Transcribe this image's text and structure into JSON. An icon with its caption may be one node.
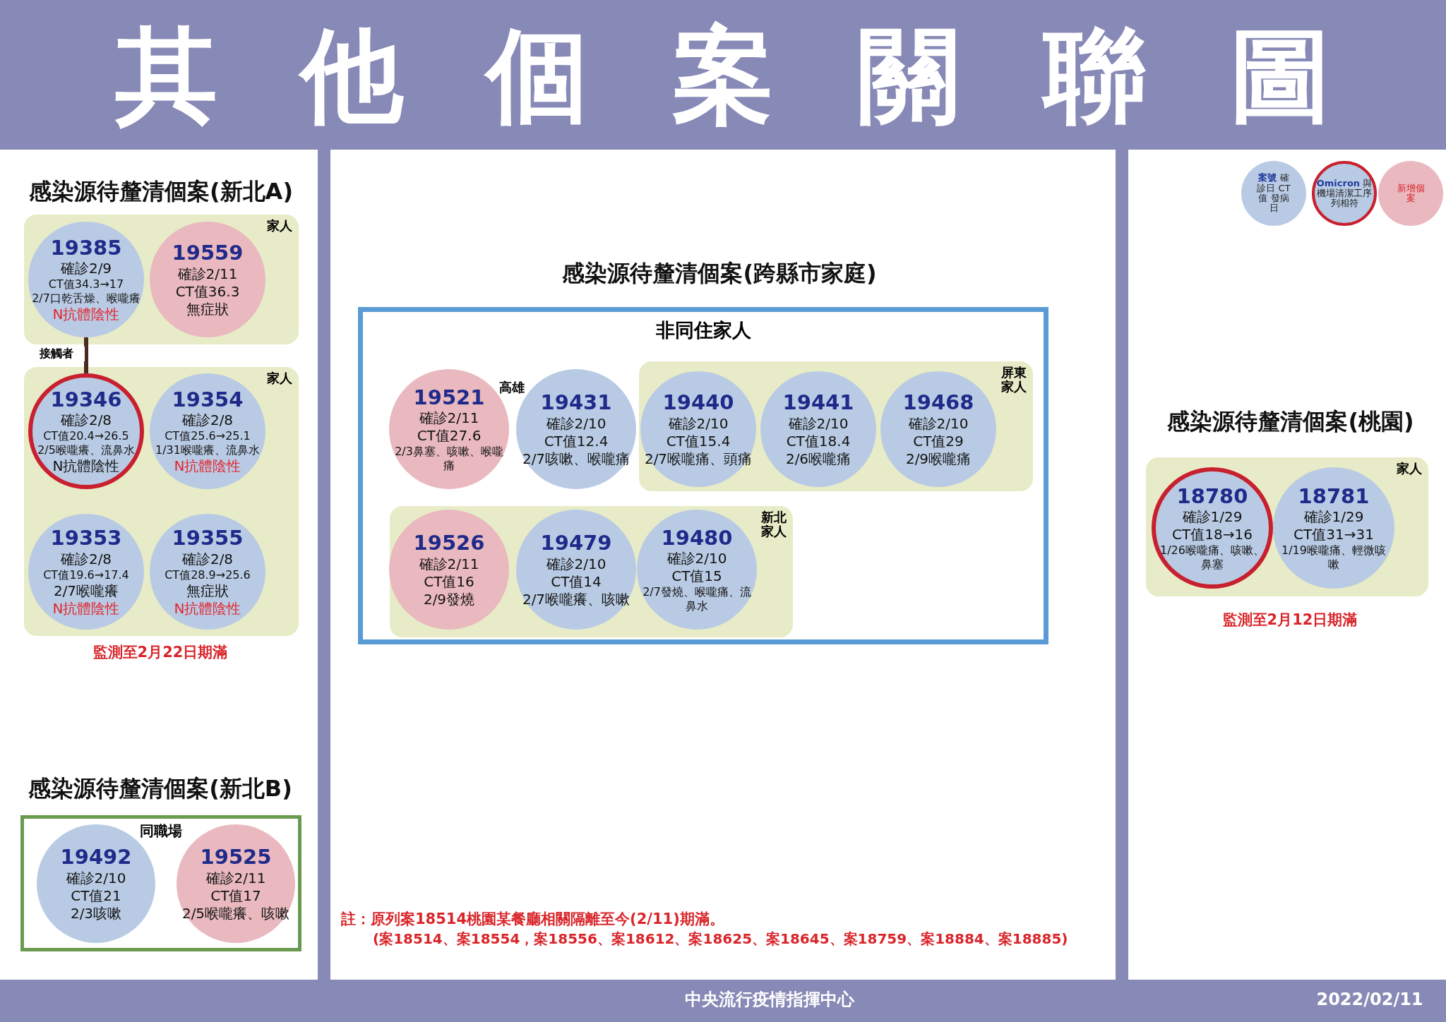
{
  "diagram": {
    "title": "其他個案關聯圖",
    "nodes": [
      {
        "text": [
          "家人"
        ]
      },
      {
        "text": [
          "19385",
          "確診2/9",
          "CT值34.3→17",
          "2/7口乾舌燥、喉嚨癢",
          "N抗體陰性"
        ],
        "in": 0
      },
      {
        "text": [
          "19559",
          "確診2/11",
          "CT值36.3",
          "無症狀"
        ],
        "in": 0
      },
      {
        "text": [
          "家人"
        ]
      },
      {
        "text": [
          "19346",
          "確診2/8",
          "CT值20.4→26.5",
          "2/5喉嚨癢、流鼻水",
          "N抗體陰性"
        ],
        "in": 3
      },
      {
        "text": [
          "19354",
          "確診2/8",
          "CT值25.6→25.1",
          "1/31喉嚨癢、流鼻水",
          "N抗體陰性"
        ],
        "in": 3
      },
      {
        "text": [
          "19353",
          "確診2/8",
          "CT值19.6→17.4",
          "2/7喉嚨癢",
          "N抗體陰性"
        ],
        "in": 3
      },
      {
        "text": [
          "19355",
          "確診2/8",
          "CT值28.9→25.6",
          "無症狀",
          "N抗體陰性"
        ],
        "in": 3
      },
      {
        "text": [
          "非同住家人"
        ]
      },
      {
        "text": [
          "19521",
          "確診2/11",
          "CT值27.6",
          "2/3鼻塞、咳嗽、喉嚨痛"
        ],
        "in": 8,
        "beside": [
          "高雄"
        ]
      },
      {
        "text": [
          "19431",
          "確診2/10",
          "CT值12.4",
          "2/7咳嗽、喉嚨痛"
        ],
        "in": 8
      },
      {
        "text": [
          "屏東家人"
        ],
        "in": 8
      },
      {
        "text": [
          "19440",
          "確診2/10",
          "CT值15.4",
          "2/7喉嚨痛、頭痛"
        ],
        "in": 11
      },
      {
        "text": [
          "19441",
          "確診2/10",
          "CT值18.4",
          "2/6喉嚨痛"
        ],
        "in": 11
      },
      {
        "text": [
          "19468",
          "確診2/10",
          "CT值29",
          "2/9喉嚨痛"
        ],
        "in": 11
      },
      {
        "text": [
          "新北家人"
        ],
        "in": 8
      },
      {
        "text": [
          "19526",
          "確診2/11",
          "CT值16",
          "2/9發燒"
        ],
        "in": 15
      },
      {
        "text": [
          "19479",
          "確診2/10",
          "CT值14",
          "2/7喉嚨癢、咳嗽"
        ],
        "in": 15
      },
      {
        "text": [
          "19480",
          "確診2/10",
          "CT值15",
          "2/7發燒、喉嚨痛、流鼻水"
        ],
        "in": 15
      },
      {
        "text": [
          "家人"
        ]
      },
      {
        "text": [
          "18780",
          "確診1/29",
          "CT值18→16",
          "1/26喉嚨痛、咳嗽、鼻塞"
        ],
        "in": 19
      },
      {
        "text": [
          "18781",
          "確診1/29",
          "CT值31→31",
          "1/19喉嚨痛、輕微咳嗽"
        ],
        "in": 19
      },
      {
        "text": [
          "同職場"
        ]
      },
      {
        "text": [
          "19492",
          "確診2/10",
          "CT值21",
          "2/3咳嗽"
        ],
        "in": 22
      },
      {
        "text": [
          "19525",
          "確診2/11",
          "CT值17",
          "2/5喉嚨癢、咳嗽"
        ],
        "in": 22
      }
    ],
    "edges": [
      {
        "from": 1,
        "to": 4,
        "arrow": "none",
        "label": "接觸者",
        "color": "#4a2a20"
      }
    ],
    "labels": [
      "感染源待釐清個案(新北A)",
      "監測至2月22日期滿",
      "感染源待釐清個案(新北B)",
      "感染源待釐清個案(跨縣市家庭)",
      "註：原列案18514桃園某餐廳相關隔離至今(2/11)期滿。",
      "(案18514、案18554，案18556、案18612、案18625、案18645、案18759、案18884、案18885)",
      "感染源待釐清個案(桃園)",
      "監測至2月12日期滿",
      "中央流行疫情指揮中心",
      "2022/02/11"
    ],
    "legend": [
      {
        "text": "**案號** 確診日 CT值 發病日",
        "color": "#b9cbe4"
      },
      {
        "text": "**Omicron** 與機場清潔工序列相符"
      },
      {
        "text": "新增個案",
        "color": "#e9b9bf"
      }
    ]
  }
}
